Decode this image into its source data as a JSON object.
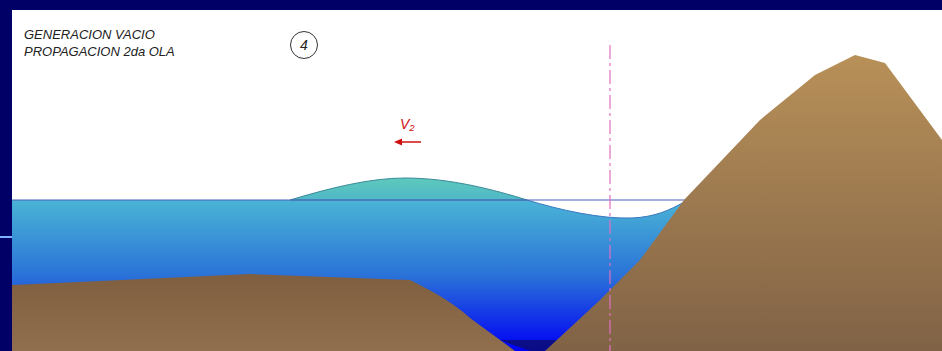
{
  "diagram": {
    "nodes": [
      {
        "text": [
          "4"
        ]
      }
    ],
    "labels": [
      "GENERACION VACIO",
      "PROPAGACION 2da OLA",
      "V₂"
    ]
  }
}
